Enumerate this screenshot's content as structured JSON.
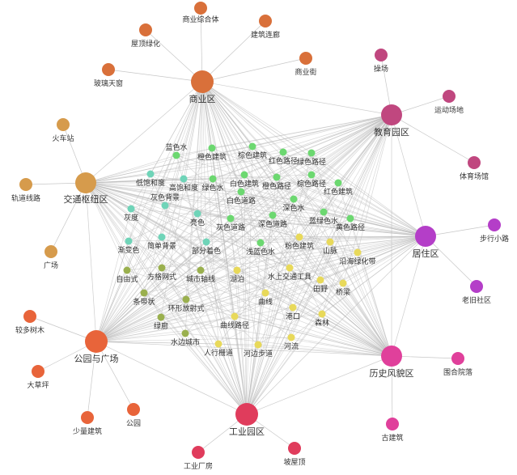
{
  "graph": {
    "colors": {
      "edge": "#b9b9b9",
      "商业": "#d9703a",
      "教育": "#c0477f",
      "交通": "#d69b4c",
      "居住": "#b43ec8",
      "公园": "#e8643a",
      "历史": "#e0409b",
      "工业": "#e03c5c",
      "色彩": "#6cd870",
      "青绿": "#6fd4b8",
      "橄榄": "#9ab04e",
      "黄": "#e8d95a"
    },
    "hubs": [
      {
        "id": "商业区",
        "label": "商业区",
        "group": "商业"
      },
      {
        "id": "教育园区",
        "label": "教育园区",
        "group": "教育"
      },
      {
        "id": "交通枢纽区",
        "label": "交通枢纽区",
        "group": "交通"
      },
      {
        "id": "居住区",
        "label": "居住区",
        "group": "居住"
      },
      {
        "id": "公园与广场",
        "label": "公园与广场",
        "group": "公园"
      },
      {
        "id": "历史风貌区",
        "label": "历史风貌区",
        "group": "历史"
      },
      {
        "id": "工业园区",
        "label": "工业园区",
        "group": "工业"
      }
    ],
    "satellites": [
      {
        "label": "商业综合体",
        "group": "商业",
        "hub": "商业区"
      },
      {
        "label": "屋顶绿化",
        "group": "商业",
        "hub": "商业区"
      },
      {
        "label": "建筑连廊",
        "group": "商业",
        "hub": "商业区"
      },
      {
        "label": "商业街",
        "group": "商业",
        "hub": "商业区"
      },
      {
        "label": "玻璃天窗",
        "group": "商业",
        "hub": "商业区"
      },
      {
        "label": "操场",
        "group": "教育",
        "hub": "教育园区"
      },
      {
        "label": "运动场地",
        "group": "教育",
        "hub": "教育园区"
      },
      {
        "label": "体育场馆",
        "group": "教育",
        "hub": "教育园区"
      },
      {
        "label": "火车站",
        "group": "交通",
        "hub": "交通枢纽区"
      },
      {
        "label": "轨道线路",
        "group": "交通",
        "hub": "交通枢纽区"
      },
      {
        "label": "广场",
        "group": "交通",
        "hub": "交通枢纽区"
      },
      {
        "label": "步行小路",
        "group": "居住",
        "hub": "居住区"
      },
      {
        "label": "老旧社区",
        "group": "居住",
        "hub": "居住区"
      },
      {
        "label": "较多树木",
        "group": "公园",
        "hub": "公园与广场"
      },
      {
        "label": "大草坪",
        "group": "公园",
        "hub": "公园与广场"
      },
      {
        "label": "少量建筑",
        "group": "公园",
        "hub": "公园与广场"
      },
      {
        "label": "公园",
        "group": "公园",
        "hub": "公园与广场"
      },
      {
        "label": "围合院落",
        "group": "历史",
        "hub": "历史风貌区"
      },
      {
        "label": "古建筑",
        "group": "历史",
        "hub": "历史风貌区"
      },
      {
        "label": "工业厂房",
        "group": "工业",
        "hub": "工业园区"
      },
      {
        "label": "坡屋顶",
        "group": "工业",
        "hub": "工业园区"
      }
    ],
    "features": [
      {
        "label": "蓝色水",
        "group": "色彩"
      },
      {
        "label": "橙色建筑",
        "group": "色彩"
      },
      {
        "label": "棕色建筑",
        "group": "色彩"
      },
      {
        "label": "红色路径",
        "group": "色彩"
      },
      {
        "label": "绿色路径",
        "group": "色彩"
      },
      {
        "label": "低饱和度",
        "group": "青绿"
      },
      {
        "label": "高饱和度",
        "group": "青绿"
      },
      {
        "label": "绿色水",
        "group": "色彩"
      },
      {
        "label": "白色建筑",
        "group": "色彩"
      },
      {
        "label": "橙色路径",
        "group": "色彩"
      },
      {
        "label": "棕色路径",
        "group": "色彩"
      },
      {
        "label": "红色建筑",
        "group": "色彩"
      },
      {
        "label": "灰色背景",
        "group": "青绿"
      },
      {
        "label": "白色道路",
        "group": "色彩"
      },
      {
        "label": "深色水",
        "group": "色彩"
      },
      {
        "label": "灰度",
        "group": "青绿"
      },
      {
        "label": "亮色",
        "group": "青绿"
      },
      {
        "label": "灰色道路",
        "group": "色彩"
      },
      {
        "label": "深色道路",
        "group": "色彩"
      },
      {
        "label": "蓝绿色水",
        "group": "色彩"
      },
      {
        "label": "黄色路径",
        "group": "色彩"
      },
      {
        "label": "渐变色",
        "group": "青绿"
      },
      {
        "label": "简单背景",
        "group": "青绿"
      },
      {
        "label": "部分着色",
        "group": "青绿"
      },
      {
        "label": "浅蓝色水",
        "group": "色彩"
      },
      {
        "label": "粉色建筑",
        "group": "黄"
      },
      {
        "label": "山脉",
        "group": "黄"
      },
      {
        "label": "沿海绿化带",
        "group": "黄"
      },
      {
        "label": "自由式",
        "group": "橄榄"
      },
      {
        "label": "方格网式",
        "group": "橄榄"
      },
      {
        "label": "城市轴线",
        "group": "橄榄"
      },
      {
        "label": "湖泊",
        "group": "黄"
      },
      {
        "label": "水上交通工具",
        "group": "黄"
      },
      {
        "label": "田野",
        "group": "黄"
      },
      {
        "label": "桥梁",
        "group": "黄"
      },
      {
        "label": "条带状",
        "group": "橄榄"
      },
      {
        "label": "曲线",
        "group": "黄"
      },
      {
        "label": "环形放射式",
        "group": "橄榄"
      },
      {
        "label": "港口",
        "group": "黄"
      },
      {
        "label": "绿廊",
        "group": "橄榄"
      },
      {
        "label": "曲线路径",
        "group": "黄"
      },
      {
        "label": "森林",
        "group": "黄"
      },
      {
        "label": "水边城市",
        "group": "橄榄"
      },
      {
        "label": "人行栅道",
        "group": "黄"
      },
      {
        "label": "河边步道",
        "group": "黄"
      },
      {
        "label": "河流",
        "group": "黄"
      }
    ]
  }
}
